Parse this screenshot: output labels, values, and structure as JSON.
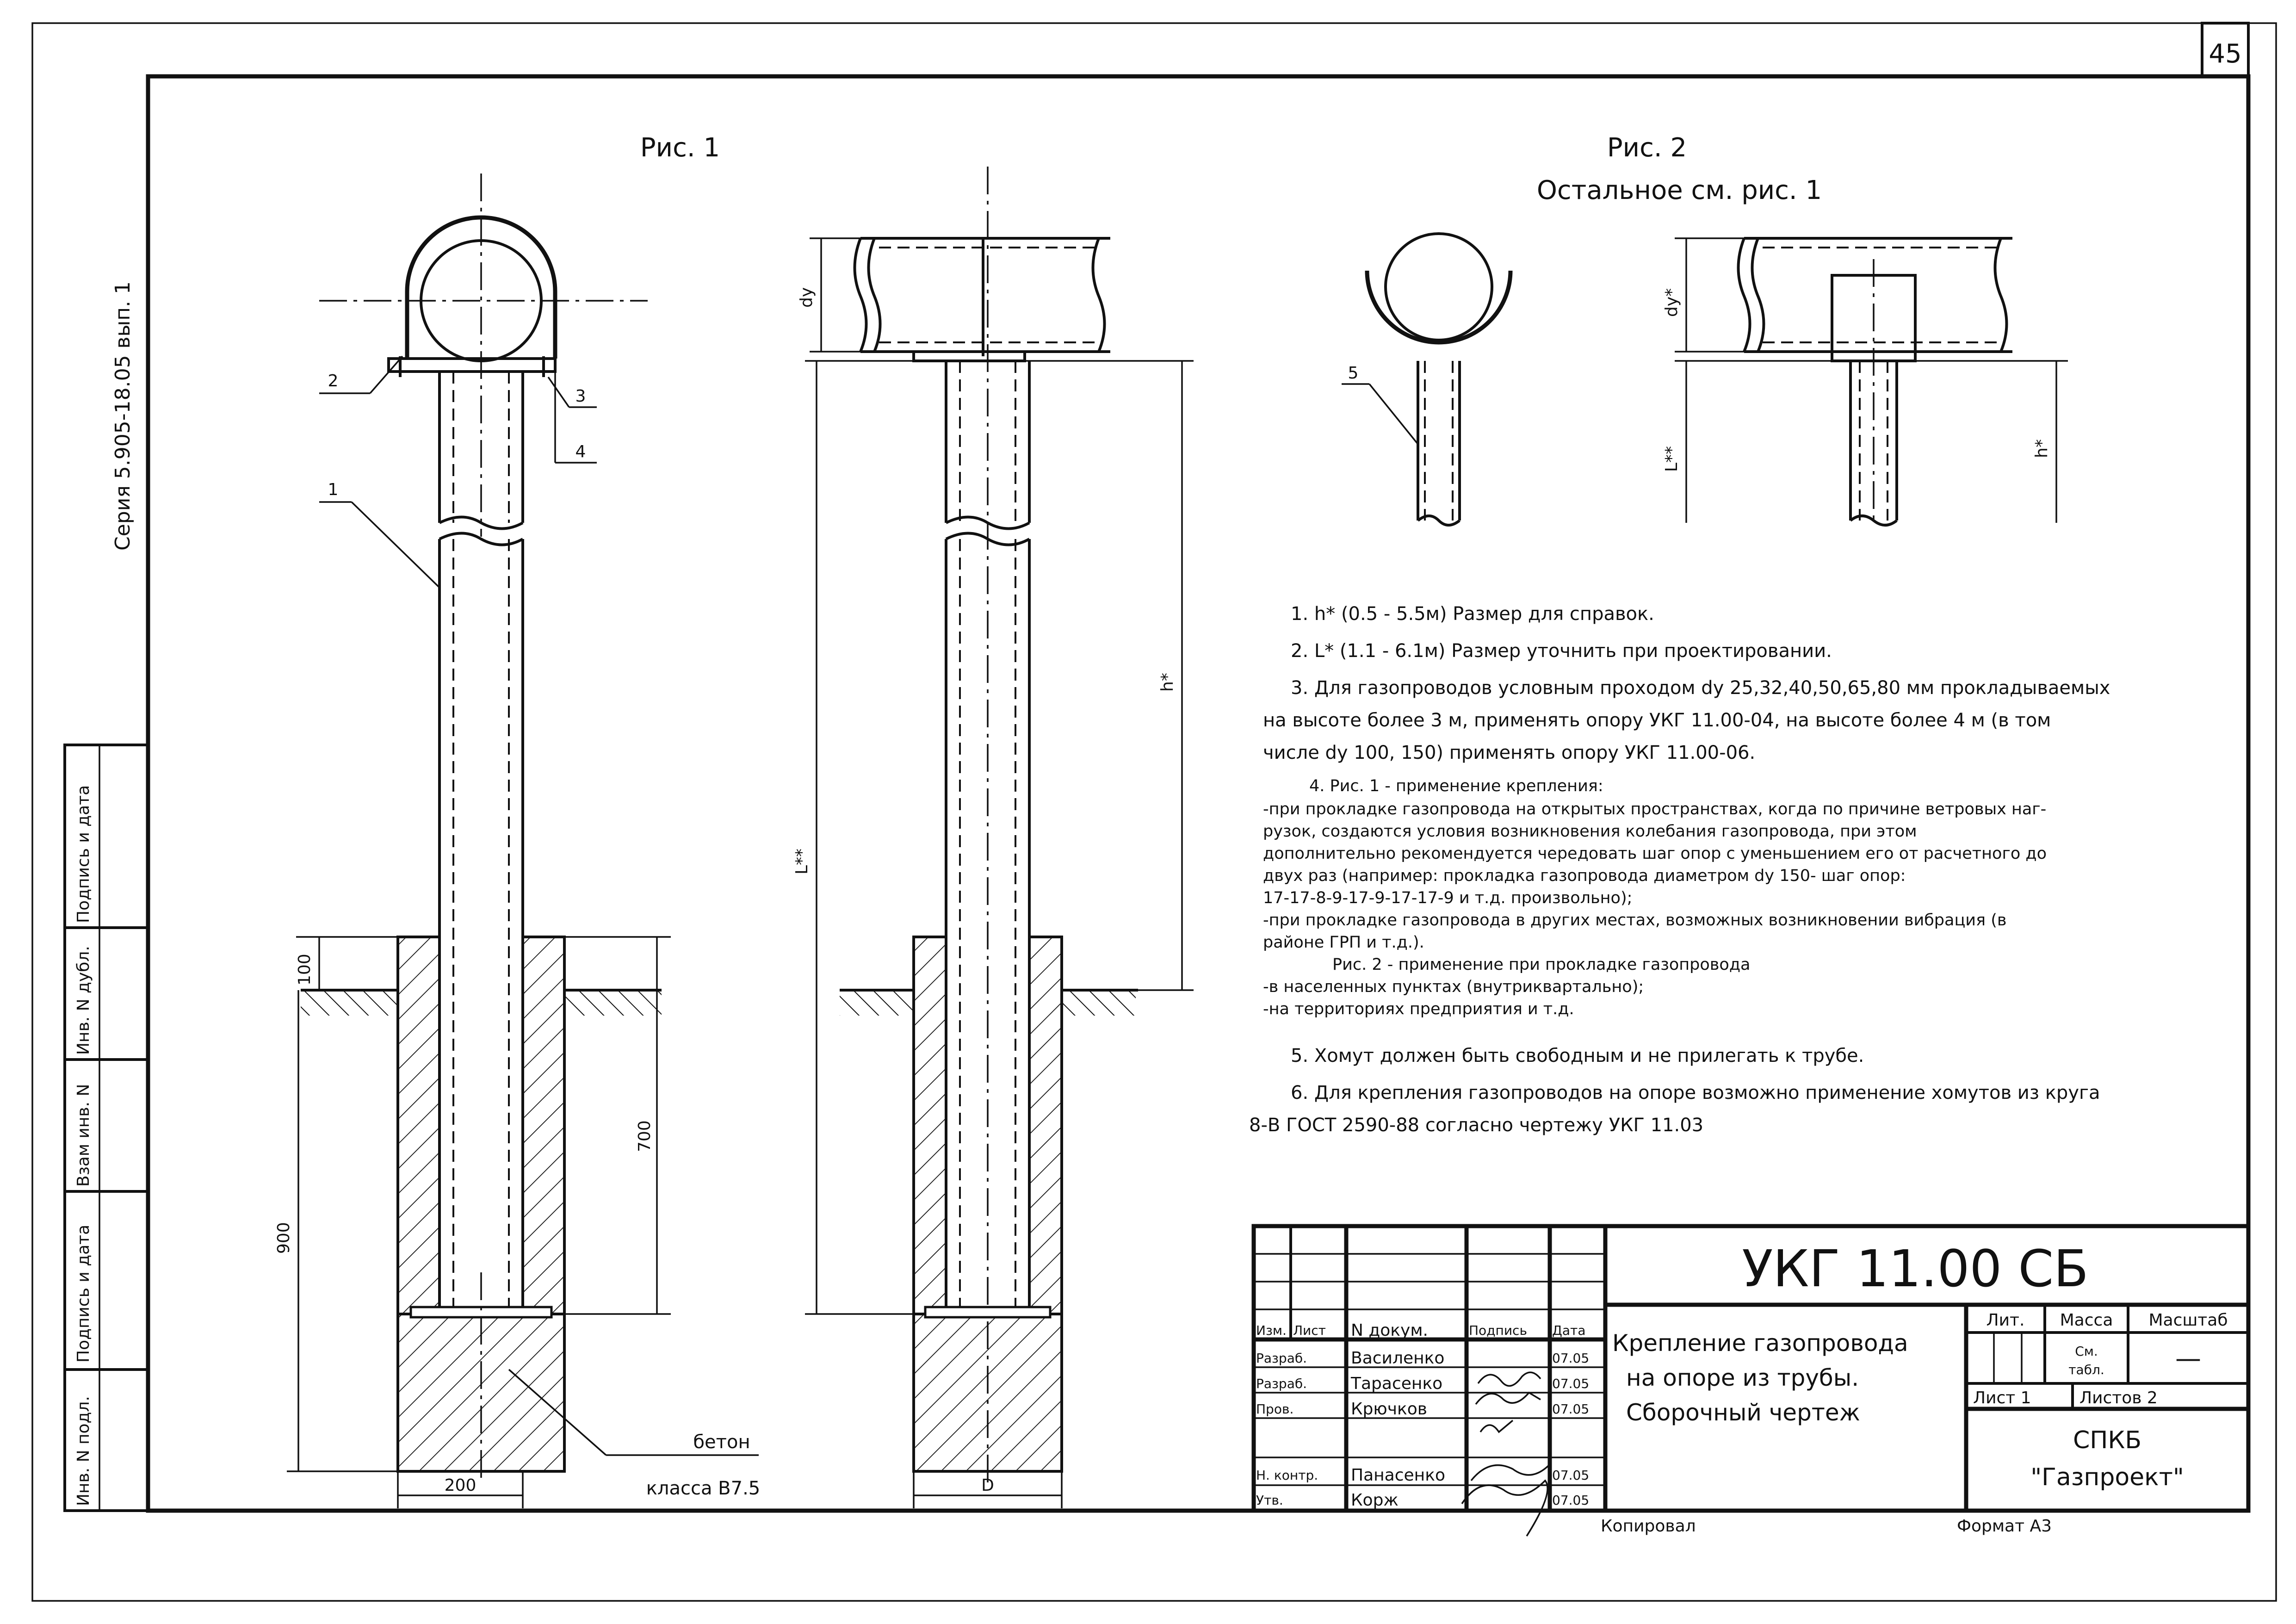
{
  "sheet_number": "45",
  "series_label": "Серия 5.905-18.05 вып. 1",
  "fig1": {
    "title": "Рис. 1",
    "callouts": [
      "1",
      "2",
      "3",
      "4"
    ],
    "dim_100": "100",
    "dim_700": "700",
    "dim_900": "900",
    "dim_200": "200",
    "concrete_label_1": "бетон",
    "concrete_label_2": "класса В7.5"
  },
  "fig_side": {
    "dim_dy": "dy",
    "dim_L": "L**",
    "dim_h": "h*",
    "dim_D": "D"
  },
  "fig2": {
    "title": "Рис. 2",
    "subtitle": "Остальное см. рис. 1",
    "callout_5": "5",
    "dim_dy": "dy*",
    "dim_L": "L**",
    "dim_h": "h*"
  },
  "notes": {
    "n1": "1. h* (0.5 - 5.5м) Размер для справок.",
    "n2": "2. L* (1.1 - 6.1м) Размер уточнить при проектировании.",
    "n3_1": "3. Для газопроводов условным проходом dy 25,32,40,50,65,80 мм прокладываемых",
    "n3_2": "на высоте более 3 м, применять опору УКГ 11.00-04, на высоте более 4 м (в том",
    "n3_3": "числе dy 100, 150) применять опору УКГ 11.00-06.",
    "n4_1": "4. Рис. 1 - применение крепления:",
    "n4_2": "-при прокладке газопровода на открытых пространствах, когда по причине ветровых наг-",
    "n4_3": "рузок, создаются условия возникновения колебания газопровода, при этом",
    "n4_4": "дополнительно рекомендуется чередовать шаг опор с уменьшением его от расчетного до",
    "n4_5": "двух раз (например: прокладка газопровода диаметром dy 150- шаг опор:",
    "n4_6": "17-17-8-9-17-9-17-17-9 и т.д. произвольно);",
    "n4_7": "-при прокладке газопровода в других местах, возможных возникновении вибрация (в",
    "n4_8": "районе ГРП и т.д.).",
    "n4_9": "Рис. 2 - применение при прокладке газопровода",
    "n4_10": "-в населенных пунктах (внутриквартально);",
    "n4_11": "-на территориях предприятия и т.д.",
    "n5": "5. Хомут должен быть свободным и не прилегать к трубе.",
    "n6_1": "6. Для крепления газопроводов на опоре возможно применение хомутов из круга",
    "n6_2": "8-В ГОСТ 2590-88 согласно чертежу УКГ 11.03"
  },
  "side_stamp": {
    "inv_podl": "Инв. N подл.",
    "podpis_data_1": "Подпись и дата",
    "vzam_inv": "Взам инв. N",
    "inv_dubl": "Инв. N дубл.",
    "podpis_data_2": "Подпись и дата"
  },
  "title_block": {
    "designation": "УКГ 11.00 СБ",
    "name_1": "Крепление газопровода",
    "name_2": "на опоре из трубы.",
    "name_3": "Сборочный чертеж",
    "col_izm": "Изм.",
    "col_list": "Лист",
    "col_doc": "N докум.",
    "col_sign": "Подпись",
    "col_date": "Дата",
    "rows": [
      {
        "role": "Разраб.",
        "name": "Василенко",
        "date": "07.05"
      },
      {
        "role": "Разраб.",
        "name": "Тарасенко",
        "date": "07.05"
      },
      {
        "role": "Пров.",
        "name": "Крючков",
        "date": "07.05"
      },
      {
        "role": "",
        "name": "",
        "date": ""
      },
      {
        "role": "Н. контр.",
        "name": "Панасенко",
        "date": "07.05"
      },
      {
        "role": "Утв.",
        "name": "Корж",
        "date": "07.05"
      }
    ],
    "lit": "Лит.",
    "mass": "Масса",
    "scale": "Масштаб",
    "mass_val_1": "См.",
    "mass_val_2": "табл.",
    "scale_val": "—",
    "sheet": "Лист 1",
    "sheets": "Листов 2",
    "org_1": "СПКБ",
    "org_2": "\"Газпроект\"",
    "copied": "Копировал",
    "format": "Формат А3"
  }
}
